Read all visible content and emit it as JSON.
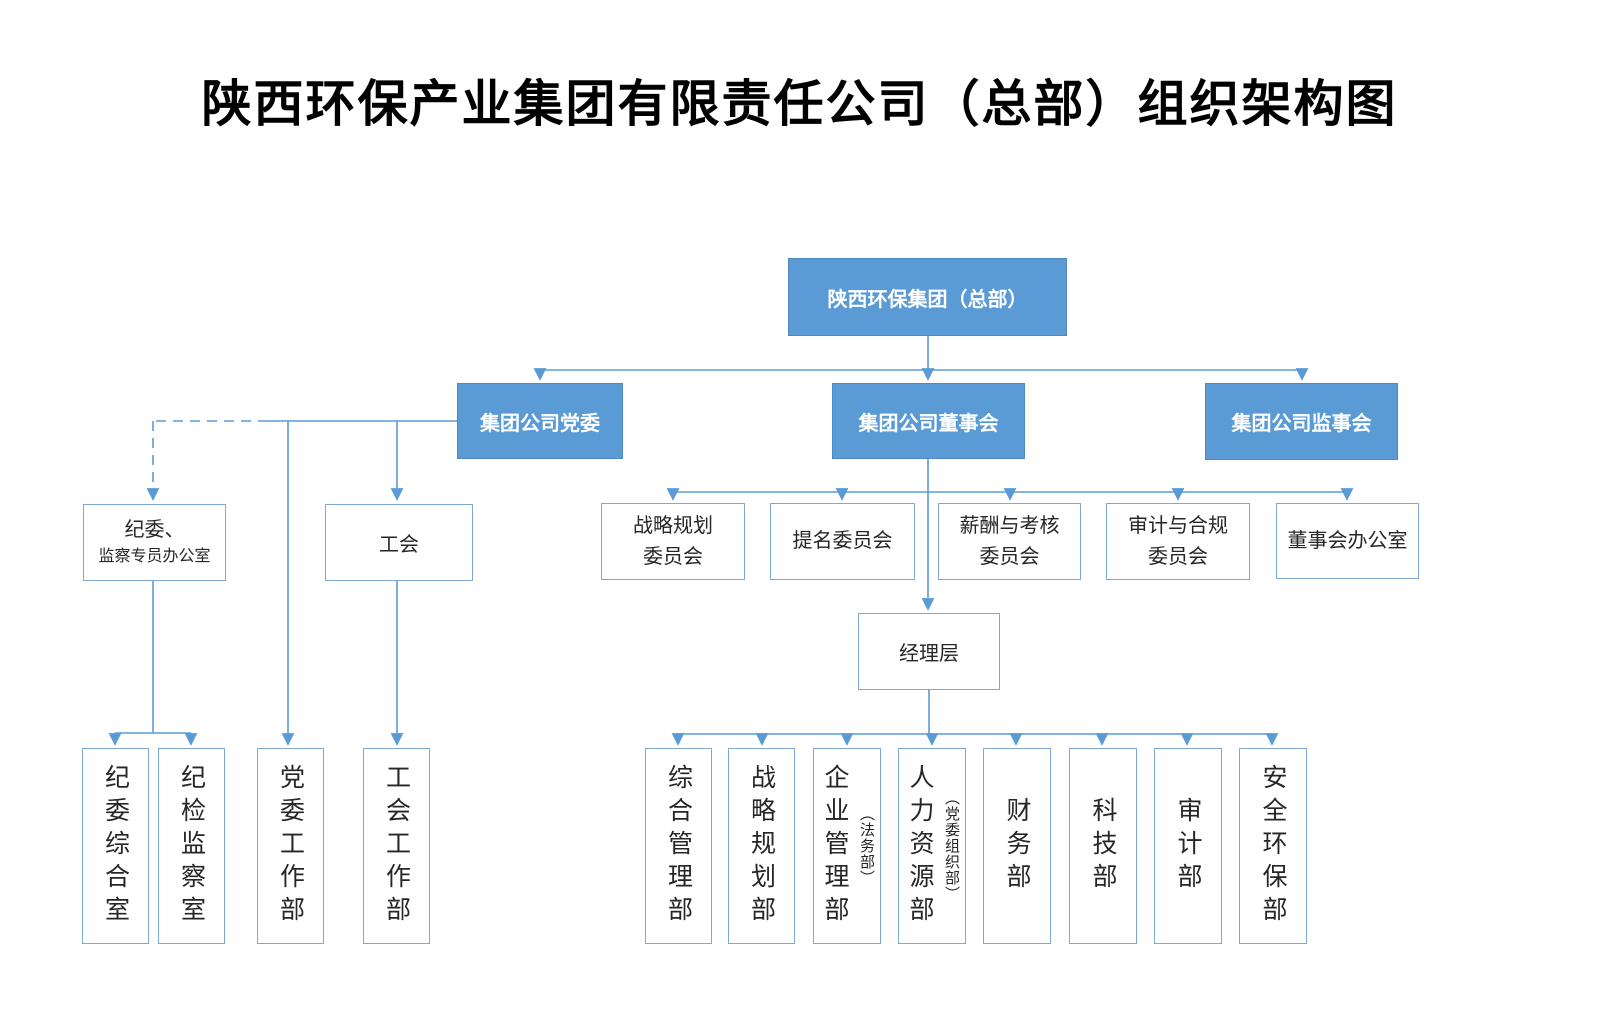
{
  "title": "陕西环保产业集团有限责任公司（总部）组织架构图",
  "org": {
    "root": "陕西环保集团（总部）",
    "level2": {
      "party": "集团公司党委",
      "board": "集团公司董事会",
      "supervisory": "集团公司监事会"
    },
    "committees": [
      {
        "line1": "战略规划",
        "line2": "委员会"
      },
      {
        "line1": "提名委员会",
        "line2": ""
      },
      {
        "line1": "薪酬与考核",
        "line2": "委员会"
      },
      {
        "line1": "审计与合规",
        "line2": "委员会"
      },
      {
        "line1": "董事会办公室",
        "line2": ""
      }
    ],
    "management": "经理层",
    "departments": [
      {
        "label": "综合管理部",
        "note": ""
      },
      {
        "label": "战略规划部",
        "note": ""
      },
      {
        "label": "企业管理部",
        "note": "（法务部）"
      },
      {
        "label": "人力资源部",
        "note": "（党委组织部）"
      },
      {
        "label": "财务部",
        "note": ""
      },
      {
        "label": "科技部",
        "note": ""
      },
      {
        "label": "审计部",
        "note": ""
      },
      {
        "label": "安全环保部",
        "note": ""
      }
    ],
    "left_branch": {
      "discipline_office": {
        "line1": "纪委、",
        "line2": "监察专员办公室"
      },
      "union": "工会",
      "sub_offices": [
        {
          "label": "纪委综合室"
        },
        {
          "label": "纪检监察室"
        },
        {
          "label": "党委工作部"
        },
        {
          "label": "工会工作部"
        }
      ]
    }
  },
  "colors": {
    "accent_fill": "#5b9bd5",
    "accent_border": "#4d89c4",
    "connector_line": "#5b9bd5",
    "white_box_border": "#7fa9d2",
    "text_dark": "#262626"
  }
}
